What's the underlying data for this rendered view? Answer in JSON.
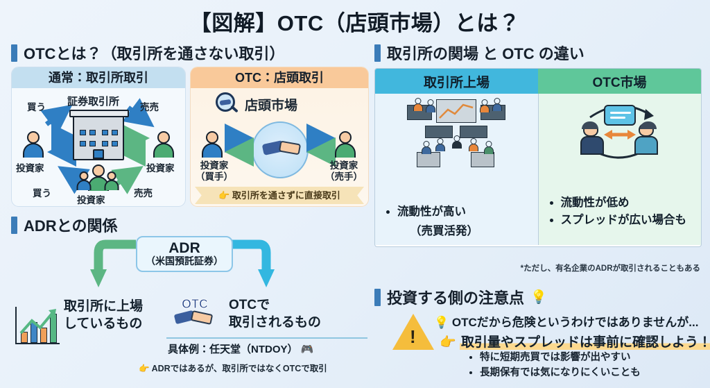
{
  "title": "【図解】OTC（店頭市場）とは？",
  "sections": {
    "left_title": "OTCとは？（取引所を通さない取引）",
    "right_title": "取引所の関場 と OTC の違い",
    "adr_title": "ADRとの関係",
    "caution_title": "投資する側の注意点",
    "caution_emoji": "💡"
  },
  "panel_exchange": {
    "header": "通常：取引所取引",
    "center_label": "証券取引所",
    "buy_top": "買う",
    "sell_top": "売売",
    "buy_bottom": "買う",
    "sell_bottom": "売売",
    "investor_left": "投資家",
    "investor_right": "投資家",
    "investor_bottom": "投資家"
  },
  "panel_otc": {
    "header": "OTC：店頭取引",
    "market_label": "店頭市場",
    "market_icon": "magnifier-handshake-icon",
    "investor_left_l1": "投資家",
    "investor_left_l2": "（買手）",
    "investor_right_l1": "投資家",
    "investor_right_l2": "（売手）",
    "ribbon": "取引所を通さずに直接取引",
    "ribbon_icon": "👉"
  },
  "adr": {
    "box_title": "ADR",
    "box_sub": "（米国預託証券）",
    "left_l1": "取引所に上場",
    "left_l2": "しているもの",
    "left_icon": "bar-chart-growth-icon",
    "right_l1": "OTCで",
    "right_l2": "取引されるもの",
    "right_icon": "otc-handshake-icon",
    "right_badge": "OTC",
    "example": "具体例：任天堂（NTDOY）",
    "example_emoji": "🎮",
    "note_icon": "👉",
    "note": "ADRではあるが、取引所ではなくOTCで取引"
  },
  "comparison": {
    "headers": [
      "取引所上場",
      "OTC市場"
    ],
    "header_colors": [
      "#41b7dd",
      "#5fc79a"
    ],
    "left_icon": "trading-floor-icon",
    "right_icon": "two-party-negotiation-icon",
    "left_bullets": [
      "流動性が高い"
    ],
    "left_subline": "（売買活発）",
    "right_bullets": [
      "流動性が低め",
      "スプレッドが広い場合も"
    ],
    "footnote": "*ただし、有名企業のADRが取引されることもある"
  },
  "caution": {
    "warning_icon": "warning-triangle-icon",
    "bulb_icon": "💡",
    "line1": "OTCだから危険というわけではありませんが...",
    "line2_icon": "👉",
    "line2": "取引量やスプレッドは事前に確認しよう！",
    "bullets": [
      "特に短期売買では影響が出やすい",
      "長期保有では気になりにくいことも"
    ]
  }
}
